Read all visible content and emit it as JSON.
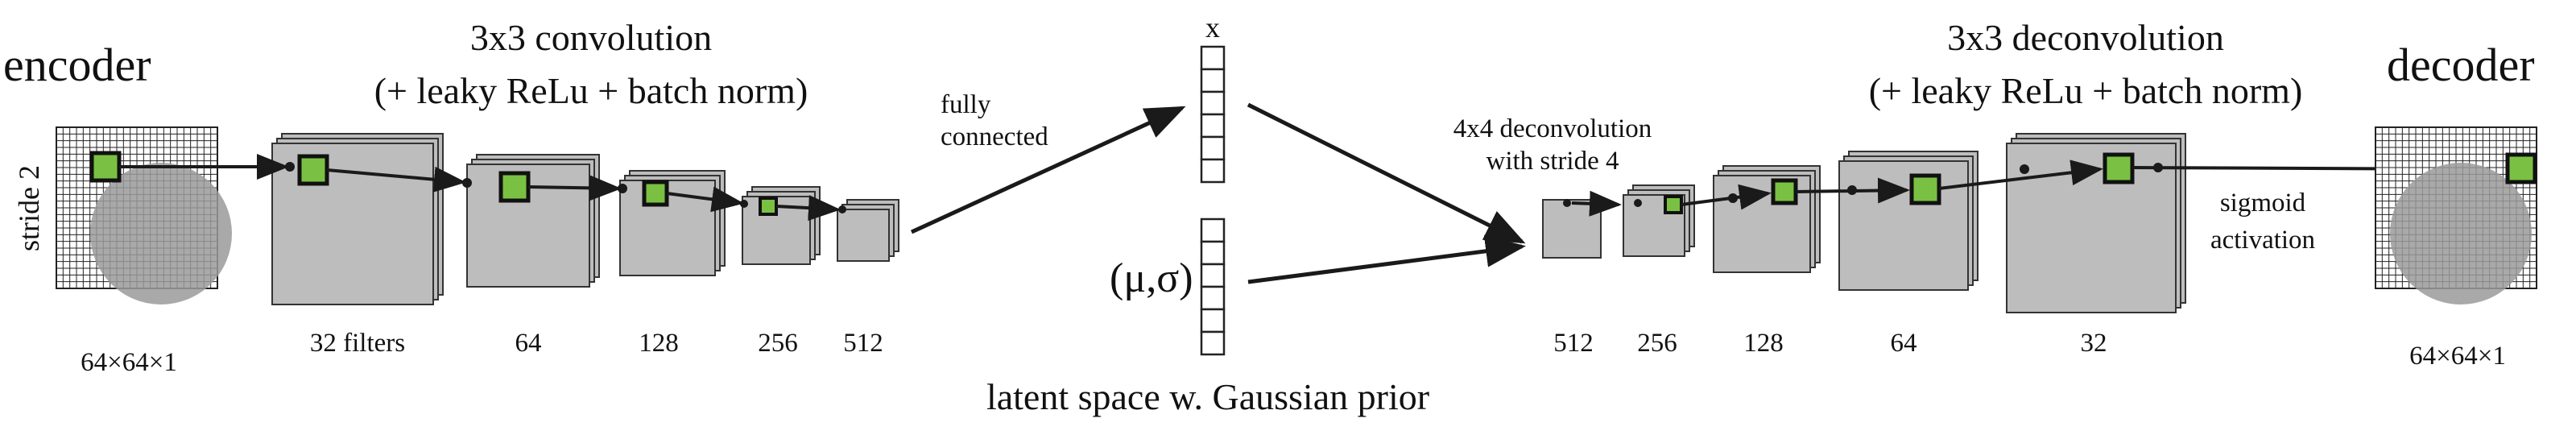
{
  "labels": {
    "encoder": "encoder",
    "decoder": "decoder",
    "stride2": "stride 2",
    "enc_conv_title": "3x3 convolution",
    "enc_conv_sub": "(+ leaky ReLu + batch norm)",
    "dec_conv_title": "3x3 deconvolution",
    "dec_conv_sub": "(+ leaky ReLu + batch norm)",
    "fully_connected_1": "fully",
    "fully_connected_2": "connected",
    "deconv4_1": "4x4 deconvolution",
    "deconv4_2": "with stride 4",
    "sigmoid_1": "sigmoid",
    "sigmoid_2": "activation",
    "x": "x",
    "mu_sigma": "(μ,σ)",
    "latent": "latent space w. Gaussian prior",
    "input_dims": "64×64×1",
    "output_dims": "64×64×1"
  },
  "encoder_layers": [
    "32 filters",
    "64",
    "128",
    "256",
    "512"
  ],
  "decoder_layers": [
    "512",
    "256",
    "128",
    "64",
    "32"
  ],
  "colors": {
    "block_fill": "#bdbdbd",
    "block_stroke": "#333333",
    "kernel_fill": "#7ac143",
    "grid_fill": "#ffffff",
    "grid_line": "#222222",
    "blob": "#9a9a9a",
    "arrow": "#1a1a1a"
  }
}
